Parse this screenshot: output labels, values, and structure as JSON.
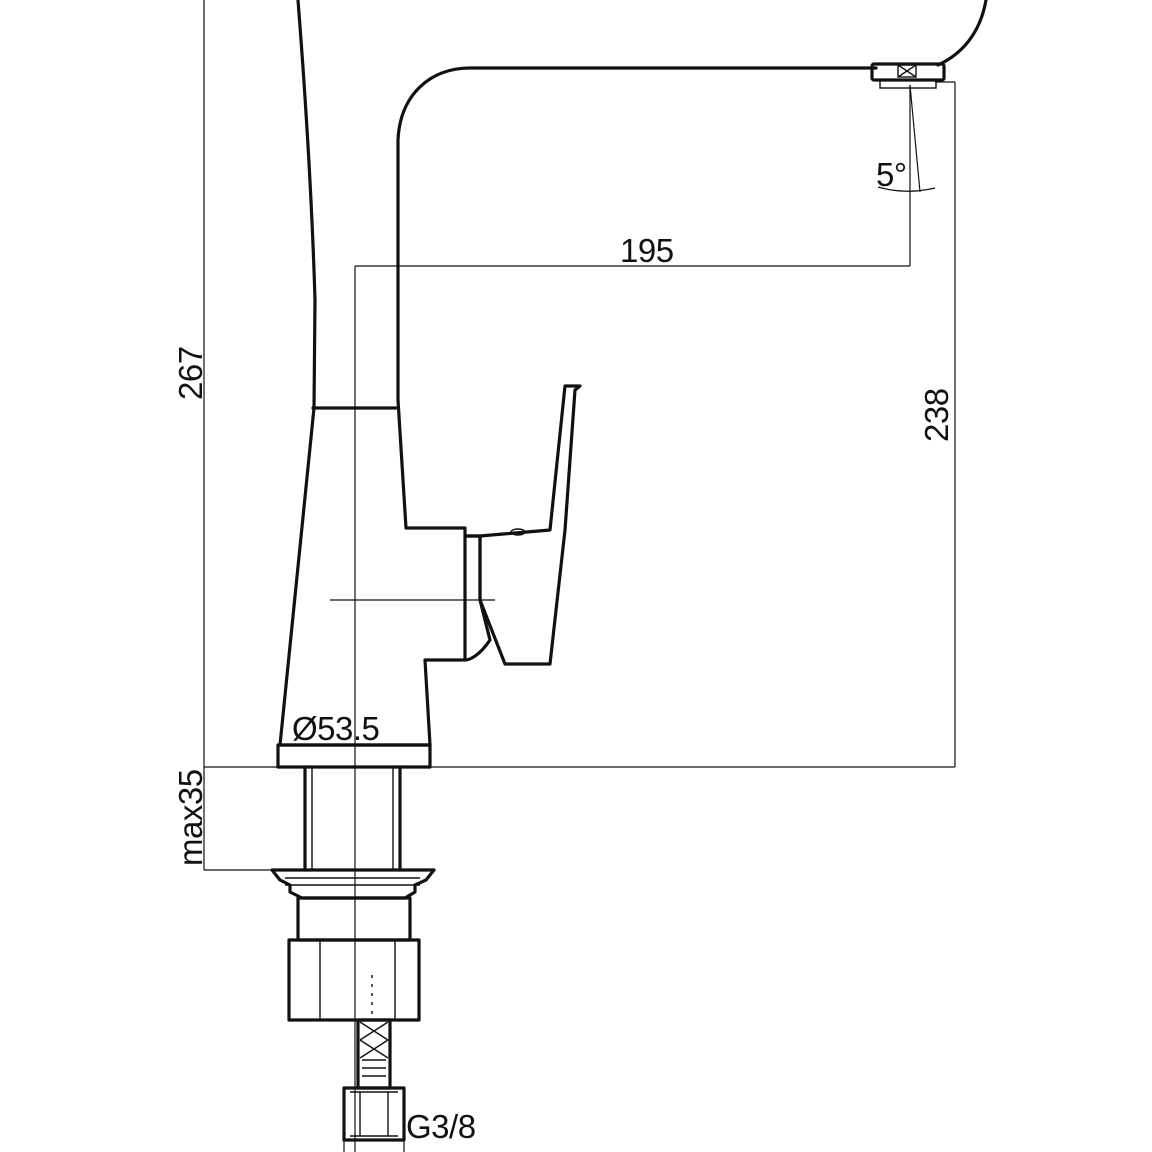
{
  "dimensions": {
    "total_height": "267",
    "spout_height": "238",
    "spout_reach": "195",
    "spout_angle": "5°",
    "base_diameter": "Ø53.5",
    "max_worktop_thickness": "max35",
    "connection_thread": "G3/8"
  },
  "colors": {
    "line": "#111111",
    "background": "#ffffff"
  }
}
